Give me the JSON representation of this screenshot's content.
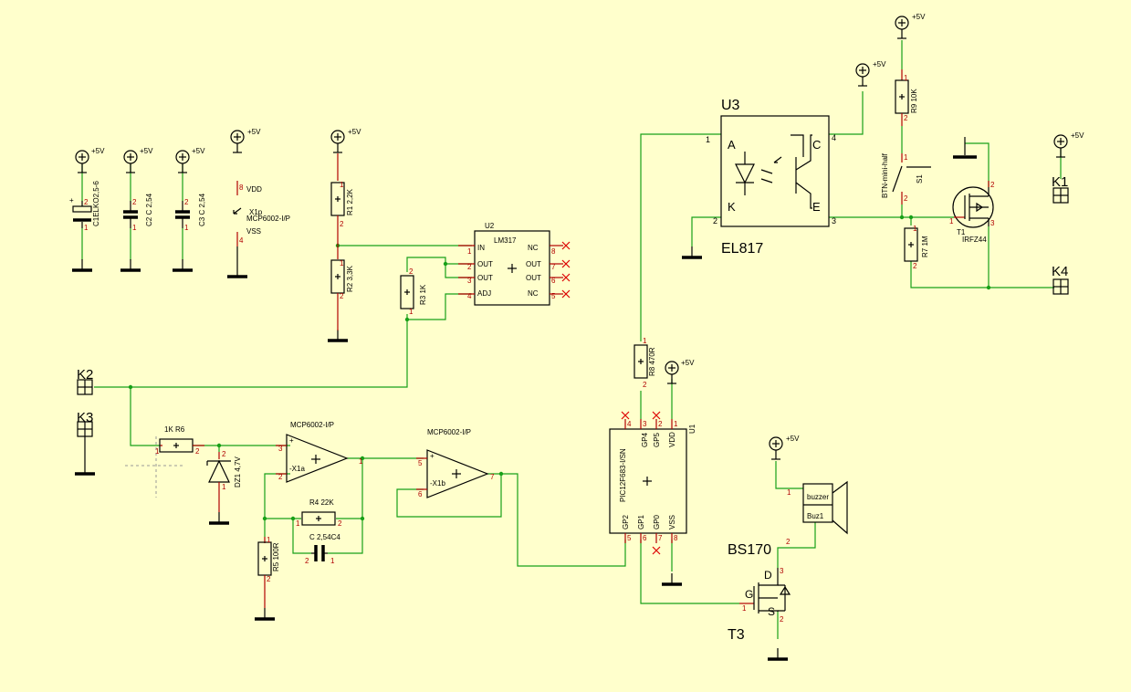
{
  "labels": {
    "u3_title": "U3",
    "el817": "EL817",
    "bs170": "BS170",
    "t3": "T3",
    "u2": "U2",
    "lm317": "LM317",
    "u1": "U1",
    "pic": "PIC12F683-I/SN",
    "mcp_a": "MCP6002-I/P",
    "mcp_b": "MCP6002-I/P",
    "x1a": "-X1a",
    "x1b": "-X1b",
    "x1p": "X1p",
    "x1p_part": "MCP6002-I/P",
    "vdd": "VDD",
    "vss": "VSS",
    "c1": "C1ELKO2,5-6",
    "c2": "C2  C 2,54",
    "c3": "C3  C 2,54",
    "c4": "C 2,54C4",
    "r1": "R1 2,2K",
    "r2": "R2 3,3K",
    "r3": "R3 1K",
    "r4": "R4 22K",
    "r5": "R5 100R",
    "r6": "1K R6",
    "r7": "R7  1M",
    "r8": "R8 470R",
    "r9": "R9 10K",
    "dz1": "DZ1 4,7V",
    "s1_name": "S1",
    "s1_part": "BTN-mini-half",
    "t1": "T1",
    "irfz44": "IRFZ44",
    "buzzer": "buzzer",
    "buz1": "Buz1",
    "k1": "K1",
    "k2": "K2",
    "k3": "K3",
    "k4": "K4",
    "plus5v": "+5V",
    "opto_a": "A",
    "opto_k": "K",
    "opto_c": "C",
    "opto_e": "E",
    "mos_d": "D",
    "mos_g": "G",
    "mos_s": "S",
    "lm_in": "IN",
    "lm_out1": "OUT",
    "lm_out2": "OUT",
    "lm_adj": "ADJ",
    "lm_out3": "OUT",
    "lm_out4": "OUT",
    "lm_nc1": "NC",
    "lm_nc2": "NC",
    "pic_gp4": "GP4",
    "pic_gp5": "GP5",
    "pic_vdd": "VDD",
    "pic_gp2": "GP2",
    "pic_gp1": "GP1",
    "pic_gp0": "GP0",
    "pic_vss": "VSS",
    "p1": "1",
    "p2": "2",
    "p3": "3",
    "p4": "4",
    "p5": "5",
    "p6": "6",
    "p7": "7",
    "p8": "8",
    "plus": "+",
    "minus": "-"
  },
  "colors": {
    "background": "#FFFFCC",
    "wire": "#18A018",
    "symbol": "#000000",
    "pin": "#B00000",
    "unconnected": "#DD0000"
  }
}
